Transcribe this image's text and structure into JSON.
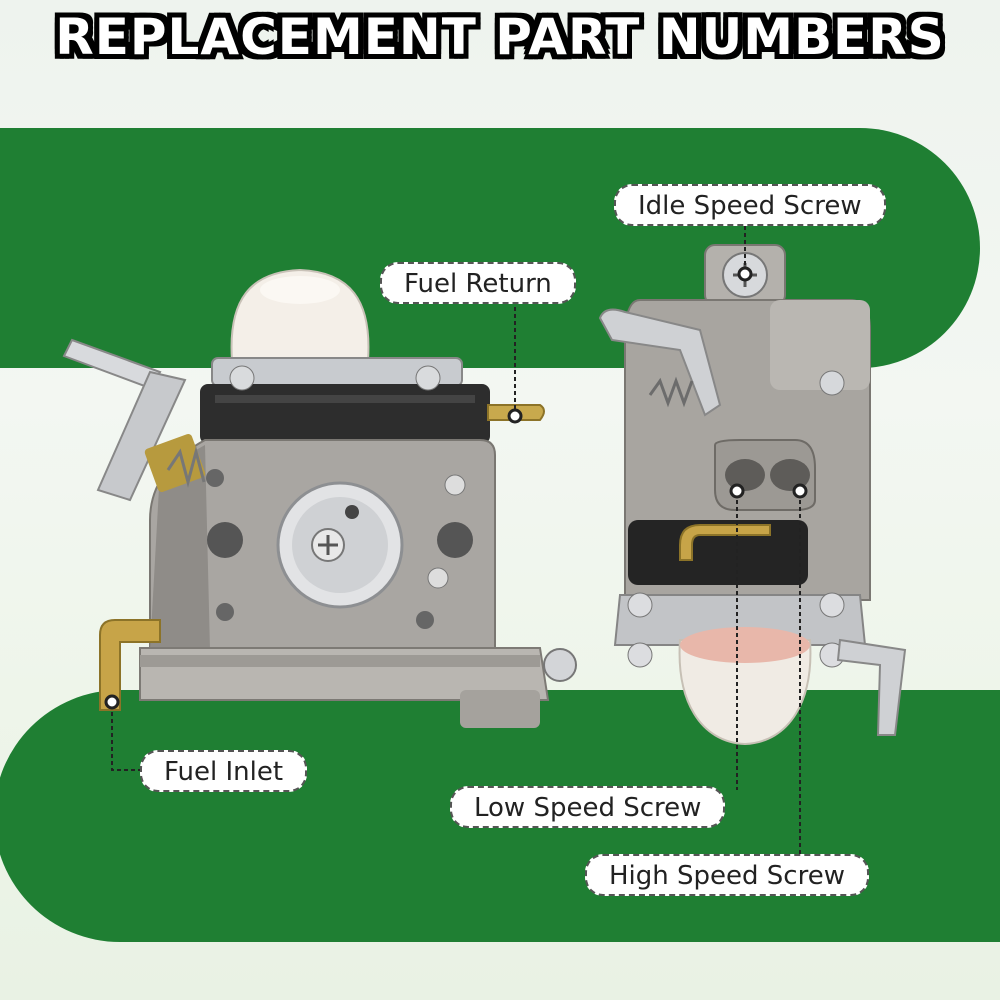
{
  "title": "REPLACEMENT PART NUMBERS",
  "callouts": {
    "idle_speed_screw": "Idle Speed Screw",
    "fuel_return": "Fuel Return",
    "fuel_inlet": "Fuel Inlet",
    "low_speed_screw": "Low Speed Screw",
    "high_speed_screw": "High Speed Screw"
  },
  "colors": {
    "band_green": "#1f7f33",
    "title_fill": "#ffffff",
    "title_outline": "#000000"
  }
}
